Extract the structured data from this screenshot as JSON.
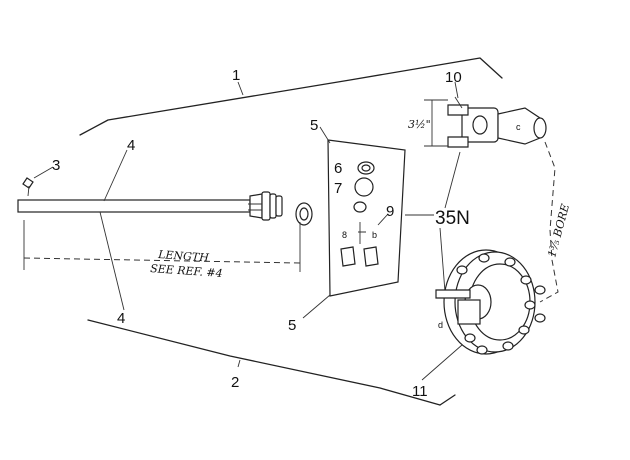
{
  "callouts": {
    "c1": "1",
    "c2": "2",
    "c3": "3",
    "c4a": "4",
    "c4b": "4",
    "c5a": "5",
    "c5b": "5",
    "c6": "6",
    "c7": "7",
    "c8": "8",
    "c9": "9",
    "c10": "10",
    "c11": "11",
    "c35n": "35N"
  },
  "annotations": {
    "length": "LENGTH",
    "see_ref": "SEE REF. #4",
    "dim_height": "3½\"",
    "bore": "1⅗ BORE",
    "small_c": "c",
    "small_d": "d",
    "small_b": "b"
  }
}
